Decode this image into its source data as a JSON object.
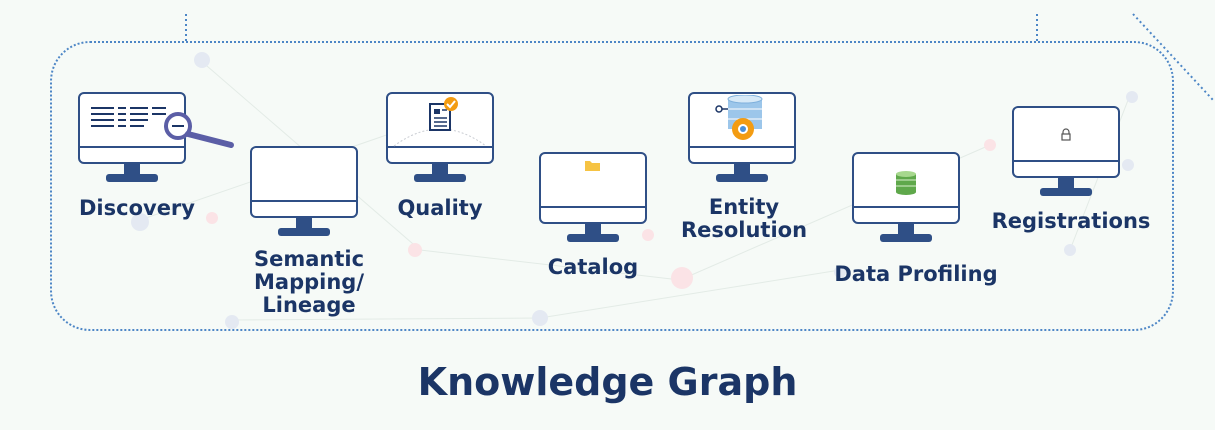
{
  "diagram": {
    "title": "Knowledge Graph",
    "modules": [
      {
        "label": "Discovery",
        "icon": "magnifier-document-icon"
      },
      {
        "label": "Semantic\nMapping/\nLineage",
        "icon": "blank-screen"
      },
      {
        "label": "Quality",
        "icon": "checked-document-icon"
      },
      {
        "label": "Catalog",
        "icon": "folder-icon"
      },
      {
        "label": "Entity\nResolution",
        "icon": "database-gear-icon"
      },
      {
        "label": "Data Profiling",
        "icon": "database-icon"
      },
      {
        "label": "Registrations",
        "icon": "lock-icon"
      }
    ]
  },
  "colors": {
    "navy": "#1b3566",
    "monitor": "#2f4f86",
    "dotted": "#4d86c6",
    "accent_orange": "#f39c12",
    "accent_yellow": "#f6c343",
    "accent_green": "#5fa84b"
  }
}
